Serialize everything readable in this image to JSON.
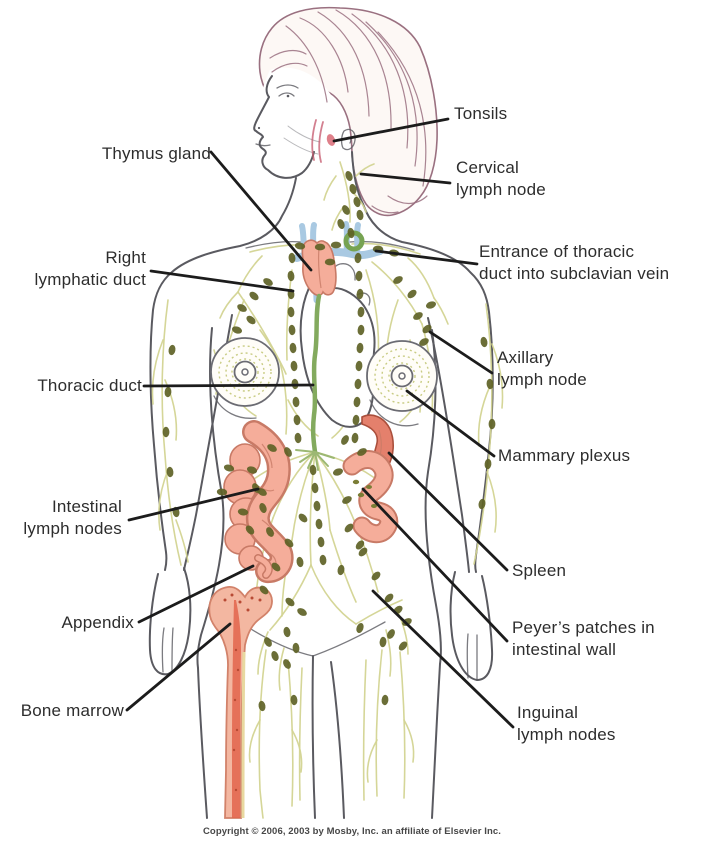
{
  "diagram": {
    "labels": {
      "tonsils": "Tonsils",
      "thymus_gland": "Thymus gland",
      "cervical_lymph_node": "Cervical\nlymph node",
      "right_lymphatic_duct": "Right\nlymphatic duct",
      "entrance_thoracic_duct": "Entrance of thoracic\nduct into subclavian vein",
      "axillary_lymph_node": "Axillary\nlymph node",
      "thoracic_duct": "Thoracic duct",
      "mammary_plexus": "Mammary plexus",
      "intestinal_lymph_nodes": "Intestinal\nlymph nodes",
      "spleen": "Spleen",
      "appendix": "Appendix",
      "peyers_patches": "Peyer’s patches in\nintestinal wall",
      "bone_marrow": "Bone marrow",
      "inguinal_lymph_nodes": "Inguinal\nlymph nodes"
    },
    "copyright": "Copyright © 2006, 2003 by Mosby, Inc. an affiliate of Elsevier Inc.",
    "colors": {
      "label_text": "#2d2d2d",
      "leader_line": "#1c1c1c",
      "body_outline": "#5a5a60",
      "lymph_vessel": "#d3d492",
      "lymph_node": "#5e6226",
      "organ_pink": "#f5ad9a",
      "organ_outline": "#c87a66",
      "spleen": "#e4806c",
      "vein_blue": "#a9c9e2",
      "duct_green": "#83aa5e",
      "hair_stroke": "#9a7080",
      "marrow_red": "#e2654c"
    }
  }
}
